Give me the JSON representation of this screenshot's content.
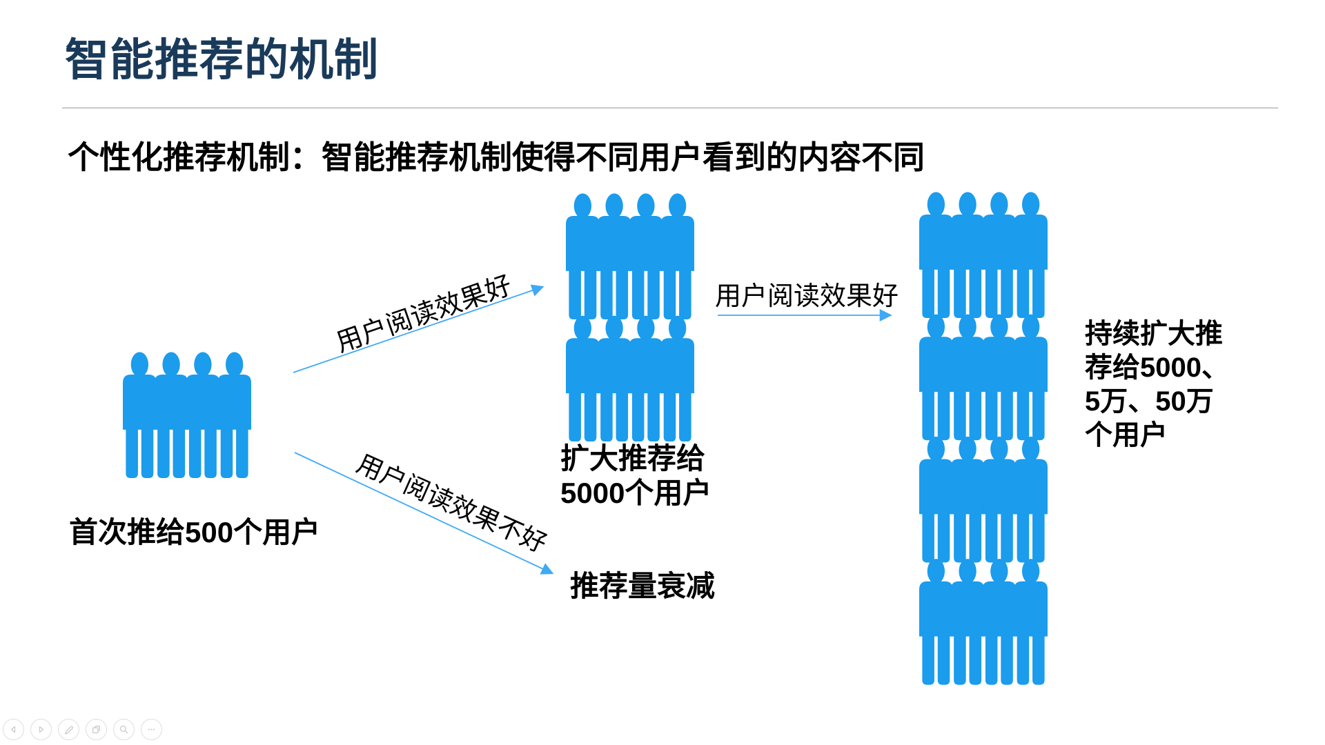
{
  "slide": {
    "title": "智能推荐的机制",
    "subtitle": "个性化推荐机制：智能推荐机制使得不同用户看到的内容不同"
  },
  "diagram": {
    "colors": {
      "people_blue": "#1B9CEC",
      "arrow_blue": "#3FA9F5",
      "title_navy": "#1A3A5A"
    },
    "groups": [
      {
        "name": "initial-500-users",
        "rows": 1,
        "people_per_row": 4,
        "label": "首次推给500个用户"
      },
      {
        "name": "expanded-5000-users",
        "rows": 2,
        "people_per_row": 4,
        "label": "扩大推荐给\n5000个用户"
      },
      {
        "name": "expanded-500k-users",
        "rows": 4,
        "people_per_row": 4,
        "label": "持续扩大推荐给5000、5万、50万个用户"
      }
    ],
    "arrows": [
      {
        "name": "good-reading-effect-up",
        "label": "用户阅读效果好"
      },
      {
        "name": "good-reading-effect-right",
        "label": "用户阅读效果好"
      },
      {
        "name": "bad-reading-effect-down",
        "label": "用户阅读效果不好"
      }
    ],
    "decay_label": "推荐量衰减"
  },
  "toolbar": {
    "buttons": [
      {
        "name": "previous-slide-button",
        "icon": "triangle-left-icon"
      },
      {
        "name": "next-slide-button",
        "icon": "triangle-right-icon"
      },
      {
        "name": "pen-annotate-button",
        "icon": "pen-icon"
      },
      {
        "name": "slide-panel-button",
        "icon": "slides-icon"
      },
      {
        "name": "zoom-button",
        "icon": "magnifier-icon"
      },
      {
        "name": "more-options-button",
        "icon": "ellipsis-icon"
      }
    ]
  }
}
